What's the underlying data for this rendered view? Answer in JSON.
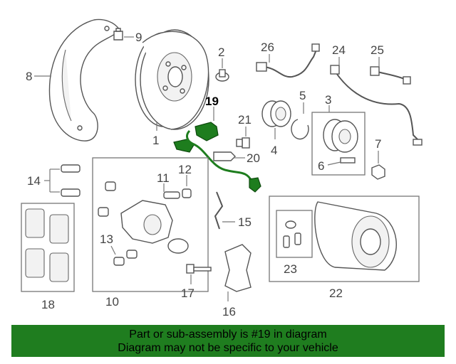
{
  "callouts": {
    "c1": "1",
    "c2": "2",
    "c3": "3",
    "c4": "4",
    "c5": "5",
    "c6": "6",
    "c7": "7",
    "c8": "8",
    "c9": "9",
    "c10": "10",
    "c11": "11",
    "c12": "12",
    "c13": "13",
    "c14": "14",
    "c15": "15",
    "c16": "16",
    "c17": "17",
    "c18": "18",
    "c19": "19",
    "c20": "20",
    "c21": "21",
    "c22": "22",
    "c23": "23",
    "c24": "24",
    "c25": "25",
    "c26": "26"
  },
  "highlight": {
    "color": "#1e7d1e",
    "part": "19"
  },
  "banner": {
    "color": "#1f7d1f",
    "line1": "Part or sub-assembly is #19 in diagram",
    "line2": "Diagram may not be specific to your vehicle"
  }
}
